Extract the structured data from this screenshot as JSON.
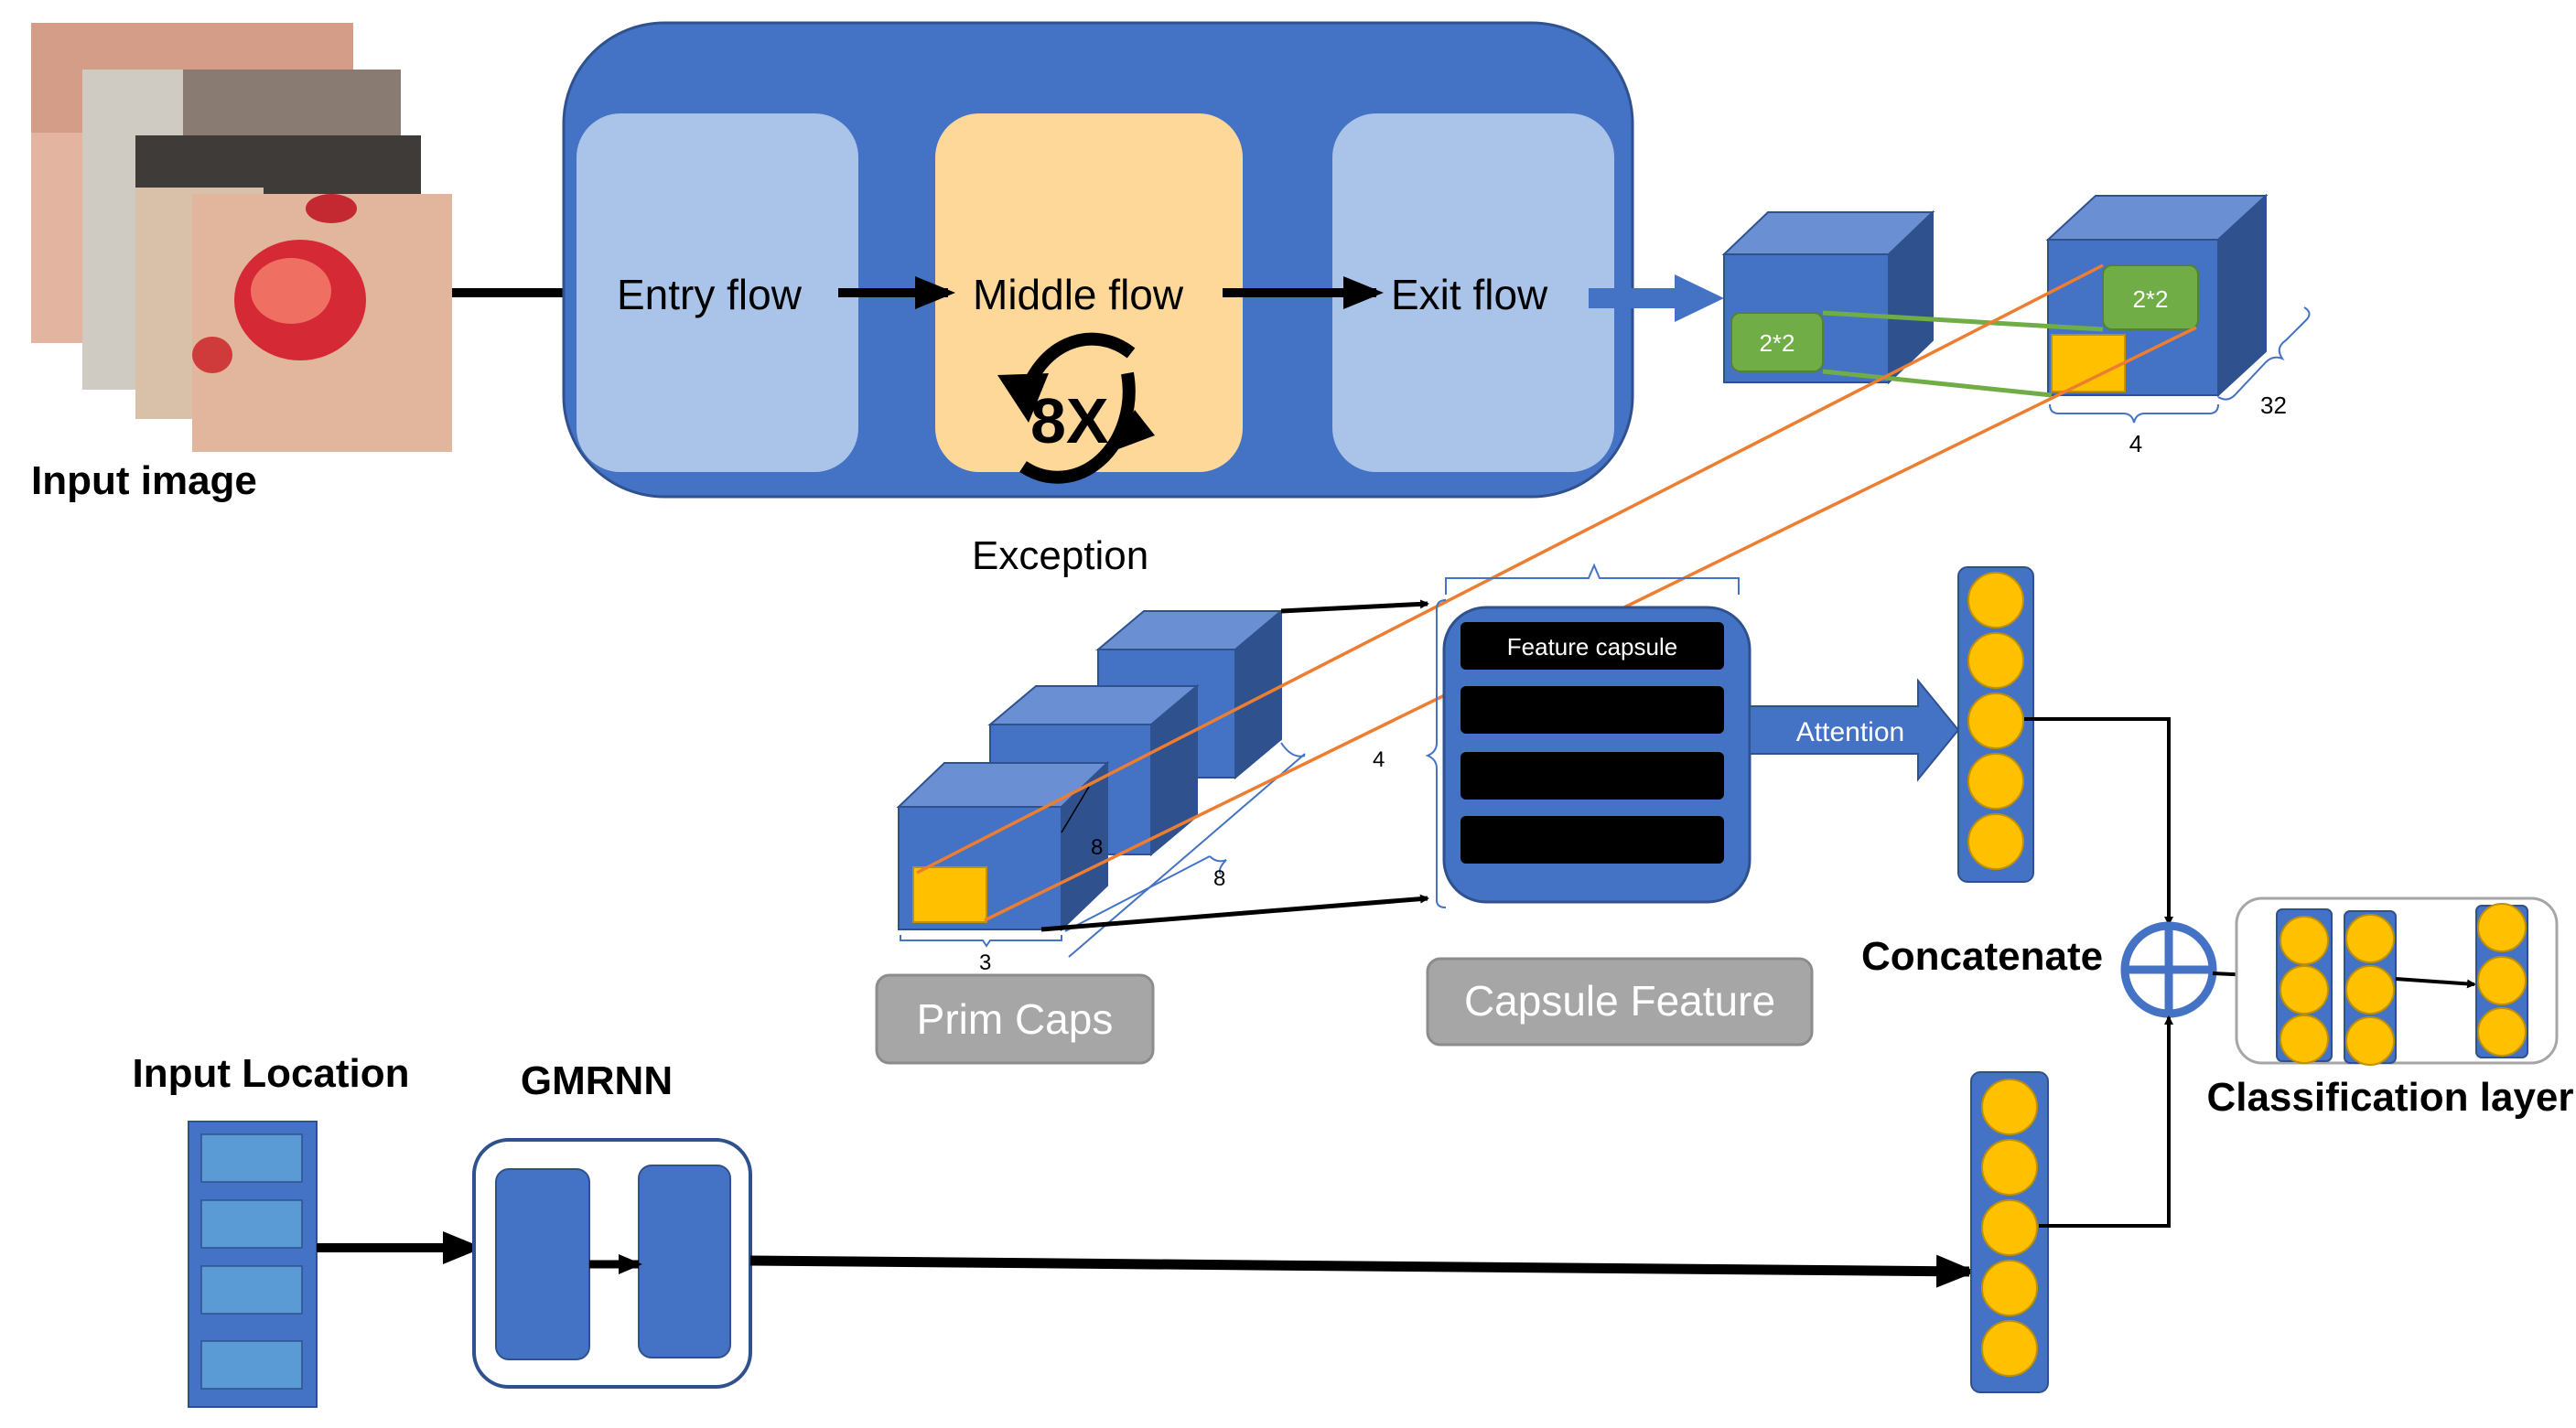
{
  "input_image": {
    "label": "Input image"
  },
  "xception": {
    "caption": "Exception",
    "entry_label": "Entry flow",
    "middle_label": "Middle flow",
    "exit_label": "Exit flow",
    "repeat_label": "8X"
  },
  "feature_maps": {
    "left_kernel": "2*2",
    "right_kernel": "2*2",
    "width_dim": "4",
    "depth_dim": "32"
  },
  "prim_caps": {
    "label": "Prim Caps",
    "dim_a": "8",
    "dim_b": "8",
    "dim_c": "3"
  },
  "capsule": {
    "label": "Capsule Feature",
    "row_label": "Feature capsule",
    "height_dim": "4",
    "attention_label": "Attention"
  },
  "fusion": {
    "concat_label": "Concatenate",
    "classification_label": "Classification layer"
  },
  "location": {
    "input_label": "Input Location",
    "gmrnn_label": "GMRNN"
  },
  "colors": {
    "blue_dark": "#4472c4",
    "blue_light": "#a9c4e8",
    "peach": "#fdd899",
    "green": "#70ad47",
    "orange": "#ed7d31",
    "yellow": "#ffc000",
    "gray_button": "#a6a6a6"
  }
}
